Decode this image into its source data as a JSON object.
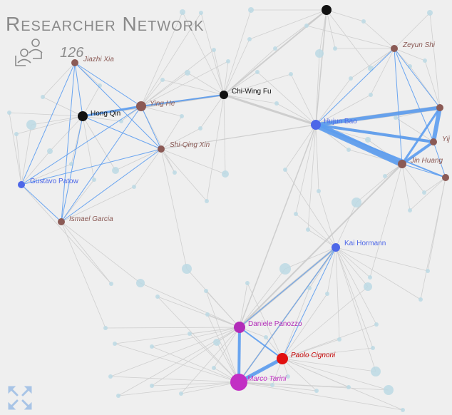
{
  "header": {
    "title": "Researcher Network"
  },
  "stats": {
    "count": "126",
    "icon": "people-icon"
  },
  "controls": {
    "expand_icon": "expand-arrows-icon"
  },
  "colors": {
    "edge_highlight": "#5b9cf0",
    "edge_faint": "#c8c8c8",
    "bg_node": "#c5dde6"
  },
  "researchers": [
    {
      "id": "jiazhi-xia",
      "name": "Jiazhi Xia",
      "color": "#8b5a55",
      "text": "#8b5a55",
      "italic": true
    },
    {
      "id": "ying-he",
      "name": "Ying He",
      "color": "#8b5a55",
      "text": "#8b5a55",
      "italic": true
    },
    {
      "id": "hong-qin",
      "name": "Hong Qin",
      "color": "#111111",
      "text": "#111111",
      "italic": false
    },
    {
      "id": "chi-wing-fu",
      "name": "Chi-Wing Fu",
      "color": "#111111",
      "text": "#111111",
      "italic": false
    },
    {
      "id": "shi-qing-xin",
      "name": "Shi-Qing Xin",
      "color": "#8b5a55",
      "text": "#8b5a55",
      "italic": true
    },
    {
      "id": "gustavo-patow",
      "name": "Gustavo Patow",
      "color": "#4d67e8",
      "text": "#4d67e8",
      "italic": false
    },
    {
      "id": "ismael-garcia",
      "name": "Ismael Garcia",
      "color": "#8b5a55",
      "text": "#8b5a55",
      "italic": true
    },
    {
      "id": "zeyun-shi",
      "name": "Zeyun Shi",
      "color": "#8b5a55",
      "text": "#8b5a55",
      "italic": true
    },
    {
      "id": "hujun-bao",
      "name": "Hujun Bao",
      "color": "#4d67e8",
      "text": "#4d67e8",
      "italic": false
    },
    {
      "id": "jin-huang",
      "name": "Jin Huang",
      "color": "#8b5a55",
      "text": "#8b5a55",
      "italic": true
    },
    {
      "id": "yij",
      "name": "Yij",
      "color": "#8b5a55",
      "text": "#8b5a55",
      "italic": true
    },
    {
      "id": "right-top",
      "name": "",
      "color": "#8b5a55",
      "text": "#8b5a55",
      "italic": true
    },
    {
      "id": "right-bottom",
      "name": "",
      "color": "#8b5a55",
      "text": "#8b5a55",
      "italic": true
    },
    {
      "id": "top-black",
      "name": "",
      "color": "#111111",
      "text": "#111111",
      "italic": false
    },
    {
      "id": "kai-hormann",
      "name": "Kai Hormann",
      "color": "#4d67e8",
      "text": "#4d67e8",
      "italic": false
    },
    {
      "id": "daniele-panozzo",
      "name": "Daniele Panozzo",
      "color": "#b22bb8",
      "text": "#b22bb8",
      "italic": false
    },
    {
      "id": "paolo-cignoni",
      "name": "Paolo Cignoni",
      "color": "#e11010",
      "text": "#c40000",
      "italic": true
    },
    {
      "id": "marco-tarini",
      "name": "Marco Tarini",
      "color": "#c22fc4",
      "text": "#c22fc4",
      "italic": true
    }
  ]
}
